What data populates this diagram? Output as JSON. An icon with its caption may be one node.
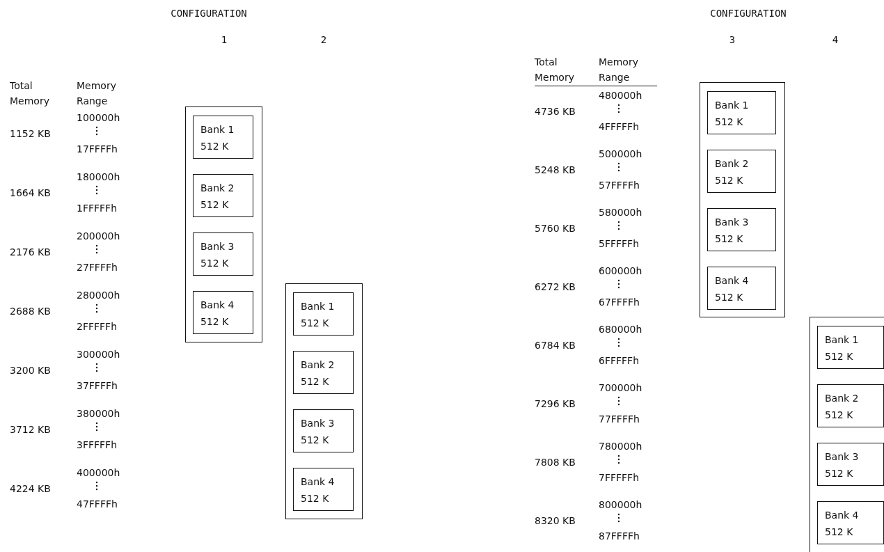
{
  "diagram": {
    "nodes": [
      {
        "text": [],
        "shape": "box"
      },
      {
        "text": [
          "Bank 1",
          "512 K"
        ],
        "in": 0
      },
      {
        "text": [
          "Bank 2",
          "512 K"
        ],
        "in": 0
      },
      {
        "text": [
          "Bank 3",
          "512 K"
        ],
        "in": 0
      },
      {
        "text": [
          "Bank 4",
          "512 K"
        ],
        "in": 0
      },
      {
        "text": [],
        "shape": "box"
      },
      {
        "text": [
          "Bank 1",
          "512 K"
        ],
        "in": 5
      },
      {
        "text": [
          "Bank 2",
          "512 K"
        ],
        "in": 5
      },
      {
        "text": [
          "Bank 3",
          "512 K"
        ],
        "in": 5
      },
      {
        "text": [
          "Bank 4",
          "512 K"
        ],
        "in": 5
      },
      {
        "text": [],
        "shape": "box"
      },
      {
        "text": [
          "Bank 1",
          "512 K"
        ],
        "in": 10
      },
      {
        "text": [
          "Bank 2",
          "512 K"
        ],
        "in": 10
      },
      {
        "text": [
          "Bank 3",
          "512 K"
        ],
        "in": 10
      },
      {
        "text": [
          "Bank 4",
          "512 K"
        ],
        "in": 10
      },
      {
        "text": [],
        "shape": "box"
      },
      {
        "text": [
          "Bank 1",
          "512 K"
        ],
        "in": 15
      },
      {
        "text": [
          "Bank 2",
          "512 K"
        ],
        "in": 15
      },
      {
        "text": [
          "Bank 3",
          "512 K"
        ],
        "in": 15
      },
      {
        "text": [
          "Bank 4",
          "512 K"
        ],
        "in": 15
      }
    ],
    "edges": [],
    "labels": [
      "CONFIGURATION",
      "1",
      "2",
      "Total Memory",
      "Memory Range",
      "100000h",
      "1152 KB",
      "17FFFFh",
      "180000h",
      "1664 KB",
      "1FFFFFh",
      "200000h",
      "2176 KB",
      "27FFFFh",
      "280000h",
      "2688 KB",
      "2FFFFFh",
      "300000h",
      "3200 KB",
      "37FFFFh",
      "380000h",
      "3712 KB",
      "3FFFFFh",
      "400000h",
      "4224 KB",
      "47FFFFh",
      "CONFIGURATION",
      "3",
      "4",
      "Total Memory",
      "Memory Range",
      "480000h",
      "4736 KB",
      "4FFFFFh",
      "500000h",
      "5248 KB",
      "57FFFFh",
      "580000h",
      "5760 KB",
      "5FFFFFh",
      "600000h",
      "6272 KB",
      "67FFFFh",
      "680000h",
      "6784 KB",
      "6FFFFFh",
      "700000h",
      "7296 KB",
      "77FFFFh",
      "780000h",
      "7808 KB",
      "7FFFFFh",
      "800000h",
      "8320 KB",
      "87FFFFh"
    ]
  }
}
